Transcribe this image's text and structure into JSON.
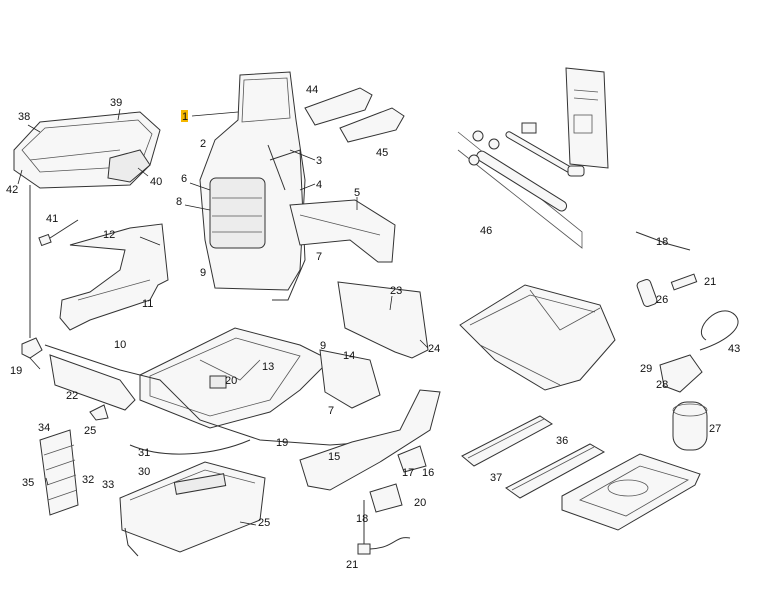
{
  "figure": {
    "callouts": {
      "c1": "1",
      "c2": "2",
      "c3": "3",
      "c4": "4",
      "c5": "5",
      "c6": "6",
      "c7a": "7",
      "c7b": "7",
      "c8": "8",
      "c9a": "9",
      "c9b": "9",
      "c10": "10",
      "c11": "11",
      "c12": "12",
      "c13": "13",
      "c14": "14",
      "c15": "15",
      "c16": "16",
      "c17": "17",
      "c18a": "18",
      "c18b": "18",
      "c19a": "19",
      "c19b": "19",
      "c20a": "20",
      "c20b": "20",
      "c21a": "21",
      "c21b": "21",
      "c22": "22",
      "c23": "23",
      "c24": "24",
      "c25a": "25",
      "c25b": "25",
      "c26": "26",
      "c27": "27",
      "c28": "28",
      "c29": "29",
      "c30": "30",
      "c31": "31",
      "c32": "32",
      "c33": "33",
      "c34": "34",
      "c35": "35",
      "c36": "36",
      "c37": "37",
      "c38": "38",
      "c39": "39",
      "c40": "40",
      "c41": "41",
      "c42": "42",
      "c43": "43",
      "c44": "44",
      "c45": "45",
      "c46": "46"
    },
    "highlight_color": "#f5b700",
    "highlighted_item": "1"
  }
}
